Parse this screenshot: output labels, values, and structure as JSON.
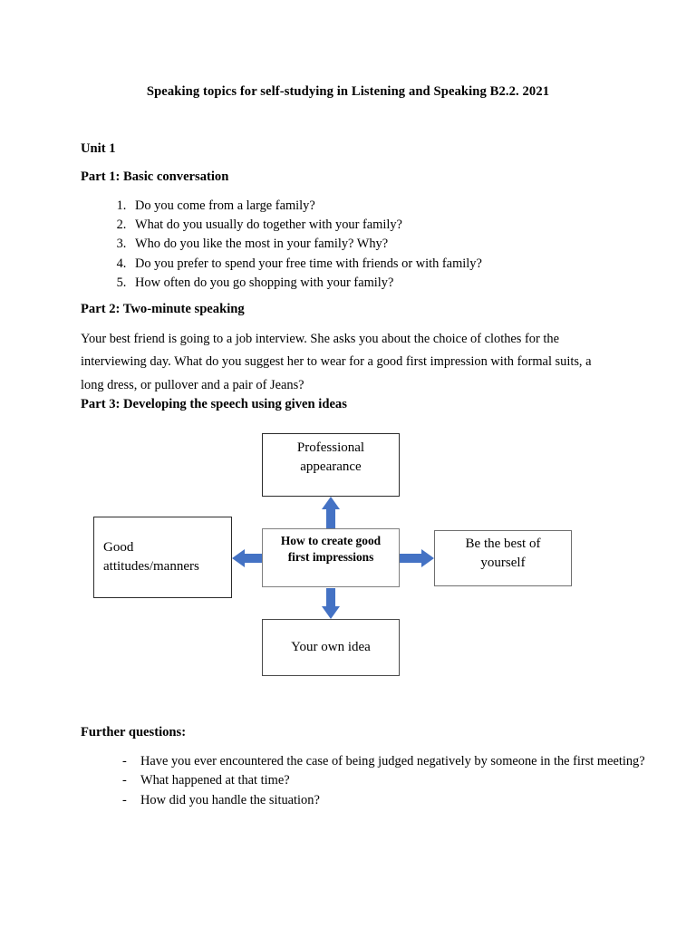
{
  "document": {
    "title": "Speaking topics for self-studying in Listening and Speaking B2.2. 2021",
    "unit_heading": "Unit 1",
    "part1_heading": "Part 1: Basic conversation",
    "part1_questions": [
      "Do you come from a large family?",
      "What do you usually do together with your family?",
      "Who do you like the most in your family? Why?",
      "Do you prefer to spend your free time with friends or with family?",
      "How often do you go shopping with your family?"
    ],
    "part2_heading": "Part 2: Two-minute speaking",
    "part2_paragraph": "Your best friend is going to a job interview. She asks you about the choice of clothes for the interviewing day. What do you suggest her to wear for a good first impression with formal suits, a long dress, or pullover and a pair of Jeans?",
    "part3_heading": "Part 3: Developing the speech using given ideas",
    "further_heading": "Further questions:",
    "further_questions": [
      "Have you ever encountered the case of being judged negatively by someone in the first meeting?",
      "What happened at that time?",
      "How did you handle the situation?"
    ],
    "dash_marker": "-"
  },
  "diagram": {
    "center": "How to create good first impressions",
    "center_line1": "How to create good",
    "center_line2": "first impressions",
    "top": "Professional appearance",
    "top_line1": "Professional",
    "top_line2": "appearance",
    "left": "Good attitudes/manners",
    "left_line1": "Good",
    "left_line2": "attitudes/manners",
    "right": "Be the best of yourself",
    "right_line1": "Be the best of",
    "right_line2": "yourself",
    "bottom": "Your own idea",
    "arrow_color": "#4472C4",
    "box_border_color": "#2b2b2b",
    "arrows": [
      {
        "name": "arrow-center-to-top",
        "direction": "up"
      },
      {
        "name": "arrow-center-to-left",
        "direction": "left"
      },
      {
        "name": "arrow-center-to-right",
        "direction": "right"
      },
      {
        "name": "arrow-center-to-bottom",
        "direction": "down"
      }
    ]
  }
}
